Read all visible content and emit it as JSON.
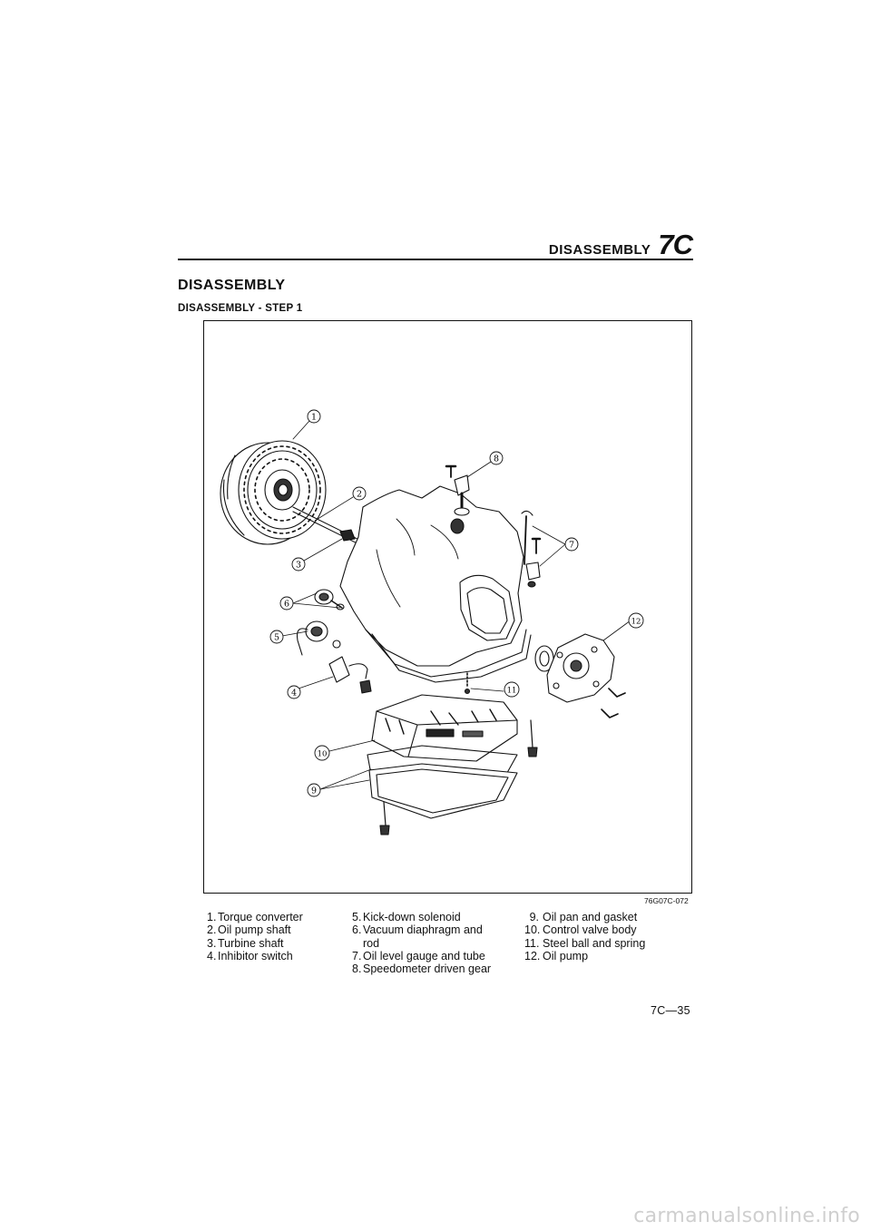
{
  "header": {
    "section": "DISASSEMBLY",
    "chapter": "7C"
  },
  "page_heading": "DISASSEMBLY",
  "step_heading": "DISASSEMBLY - STEP 1",
  "figure": {
    "code": "76G07C-072",
    "callouts": [
      "1",
      "2",
      "3",
      "4",
      "5",
      "6",
      "7",
      "8",
      "9",
      "10",
      "11",
      "12"
    ]
  },
  "legend": {
    "col1": [
      {
        "num": "1.",
        "text": "Torque converter"
      },
      {
        "num": "2.",
        "text": "Oil pump shaft"
      },
      {
        "num": "3.",
        "text": "Turbine shaft"
      },
      {
        "num": "4.",
        "text": "Inhibitor switch"
      }
    ],
    "col2": [
      {
        "num": "5.",
        "text": "Kick-down solenoid"
      },
      {
        "num": "6.",
        "text": "Vacuum diaphragm and"
      },
      {
        "num": "",
        "text": "rod"
      },
      {
        "num": "7.",
        "text": "Oil level gauge and tube"
      },
      {
        "num": "8.",
        "text": "Speedometer driven gear"
      }
    ],
    "col3": [
      {
        "num": "9.",
        "text": "Oil pan and gasket"
      },
      {
        "num": "10.",
        "text": "Control valve body"
      },
      {
        "num": "11.",
        "text": "Steel ball and spring"
      },
      {
        "num": "12.",
        "text": "Oil pump"
      }
    ]
  },
  "page_number": "7C—35",
  "watermark": "carmanualsonline.info"
}
